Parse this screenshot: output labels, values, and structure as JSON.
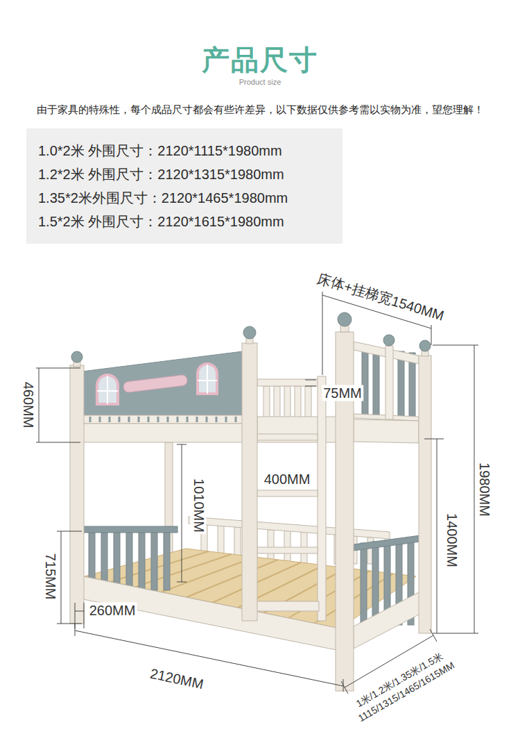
{
  "diagram": {
    "title": "产品尺寸",
    "nodes": [
      {
        "text": [
          "1.0*2米 外围尺寸：2120*1115*1980mm",
          "1.2*2米 外围尺寸：2120*1315*1980mm",
          "1.35*2米外围尺寸：2120*1465*1980mm",
          "1.5*2米 外围尺寸：2120*1615*1980mm"
        ]
      }
    ],
    "labels": [
      "Product size",
      "由于家具的特殊性，每个成品尺寸都会有些许差异，以下数据仅供参考需以实物为准，望您理解！",
      "床体+挂梯宽1540MM",
      "460MM",
      "75MM",
      "400MM",
      "1010MM",
      "1980MM",
      "1400MM",
      "715MM",
      "260MM",
      "2120MM",
      "1米/1.2米/1.35米/1.5米",
      "1115/1315/1465/1615MM"
    ]
  }
}
